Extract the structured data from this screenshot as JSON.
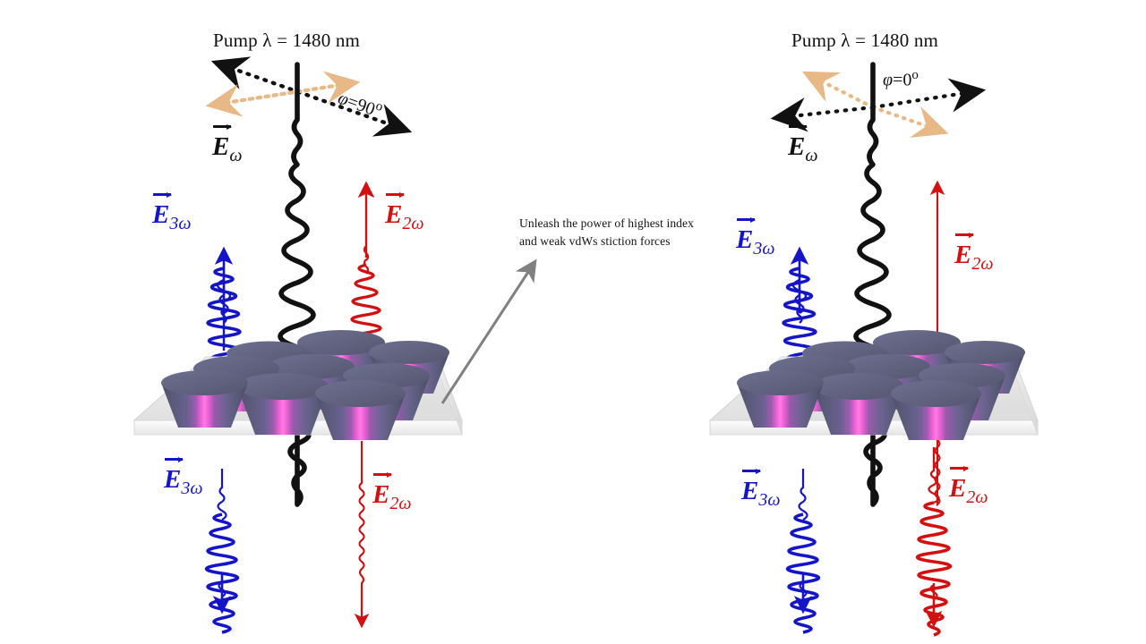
{
  "figure": {
    "title_left": "Pump λ = 1480 nm",
    "title_right": "Pump λ = 1480 nm",
    "center_note": "Unleash  the  power  of highest  index\nand weak vdWs stiction  forces",
    "colors": {
      "pump_black": "#111111",
      "second_harmonic_red": "#D31010",
      "third_harmonic_blue": "#1414C8",
      "polarization_tan": "#E8B887",
      "pointer_gray": "#808080",
      "cone_body": "#5E6080",
      "cone_highlight": "#FF5FD0",
      "substrate": "#ECECEC"
    }
  },
  "panels": [
    {
      "id": "left-panel",
      "pump_title": "Pump λ = 1480 nm",
      "phi": {
        "symbol": "φ",
        "equals": "=",
        "value": "90",
        "degree": "o",
        "full": "φ = 90°",
        "rotated": true
      },
      "pump_field": {
        "symbol": "E",
        "subscript": "ω",
        "direction": "down",
        "color": "#111111"
      },
      "reflected": [
        {
          "name": "third-harmonic",
          "symbol": "E",
          "subscript": "3ω",
          "color": "#1414C8",
          "direction": "up",
          "strength": "strong"
        },
        {
          "name": "second-harmonic",
          "symbol": "E",
          "subscript": "2ω",
          "color": "#D31010",
          "direction": "up",
          "strength": "strong"
        }
      ],
      "transmitted": [
        {
          "name": "third-harmonic",
          "symbol": "E",
          "subscript": "3ω",
          "color": "#1414C8",
          "direction": "down",
          "strength": "strong"
        },
        {
          "name": "second-harmonic",
          "symbol": "E",
          "subscript": "2ω",
          "color": "#D31010",
          "direction": "down",
          "strength": "weak"
        }
      ]
    },
    {
      "id": "right-panel",
      "pump_title": "Pump λ = 1480 nm",
      "phi": {
        "symbol": "φ",
        "equals": "=",
        "value": "0",
        "degree": "o",
        "full": "φ = 0°",
        "rotated": false
      },
      "pump_field": {
        "symbol": "E",
        "subscript": "ω",
        "direction": "down",
        "color": "#111111"
      },
      "reflected": [
        {
          "name": "third-harmonic",
          "symbol": "E",
          "subscript": "3ω",
          "color": "#1414C8",
          "direction": "up",
          "strength": "strong"
        },
        {
          "name": "second-harmonic",
          "symbol": "E",
          "subscript": "2ω",
          "color": "#D31010",
          "direction": "up",
          "strength": "weak"
        }
      ],
      "transmitted": [
        {
          "name": "third-harmonic",
          "symbol": "E",
          "subscript": "3ω",
          "color": "#1414C8",
          "direction": "down",
          "strength": "strong"
        },
        {
          "name": "second-harmonic",
          "symbol": "E",
          "subscript": "2ω",
          "color": "#D31010",
          "direction": "down",
          "strength": "strong"
        }
      ]
    }
  ],
  "metasurface": {
    "rows": 3,
    "cols": 3,
    "element_shape": "truncated-cone"
  }
}
